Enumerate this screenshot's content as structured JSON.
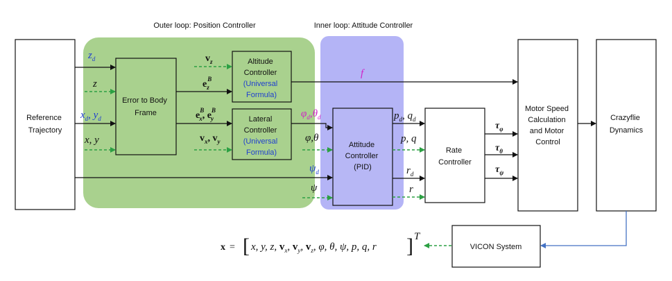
{
  "regions": {
    "outer_title": "Outer loop: Position Controller",
    "inner_title": "Inner loop: Attitude Controller"
  },
  "blocks": {
    "reference": [
      "Reference",
      "Trajectory"
    ],
    "error_to_body": [
      "Error to Body",
      "Frame"
    ],
    "altitude": [
      "Altitude",
      "Controller",
      "(Universal",
      "Formula)"
    ],
    "lateral": [
      "Lateral",
      "Controller",
      "(Universal",
      "Formula)"
    ],
    "attitude": [
      "Attitude",
      "Controller",
      "(PID)"
    ],
    "rate": [
      "Rate",
      "Controller"
    ],
    "motor": [
      "Motor Speed",
      "Calculation",
      "and Motor",
      "Control"
    ],
    "crazyflie": [
      "Crazyflie",
      "Dynamics"
    ],
    "vicon": "VICON System"
  },
  "signals": {
    "z_d": {
      "base": "z",
      "sub": "d"
    },
    "z": "z",
    "xd_yd": {
      "a": "x",
      "a_sub": "d",
      "b": "y",
      "b_sub": "d"
    },
    "x_y": "x, y",
    "v_z": {
      "base": "v",
      "sub": "z"
    },
    "e_z": {
      "base": "e",
      "sub": "z",
      "sup": "B"
    },
    "e_xy": {
      "a": "e",
      "a_sub": "x",
      "a_sup": "B",
      "b": "e",
      "b_sub": "y",
      "b_sup": "B"
    },
    "v_xy": {
      "a": "v",
      "a_sub": "x",
      "b": "v",
      "b_sub": "y"
    },
    "f": "f",
    "phid_thetad": {
      "a": "φ",
      "a_sub": "d",
      "b": "θ",
      "b_sub": "d"
    },
    "phi_theta": "φ,θ",
    "psi_d": {
      "base": "ψ",
      "sub": "d"
    },
    "psi": "ψ",
    "pd_qd": {
      "a": "p",
      "a_sub": "d",
      "b": "q",
      "b_sub": "d"
    },
    "p_q": "p, q",
    "r_d": {
      "base": "r",
      "sub": "d"
    },
    "r": "r",
    "tau_phi": {
      "base": "τ",
      "sub": "φ"
    },
    "tau_theta": {
      "base": "τ",
      "sub": "θ"
    },
    "tau_psi": {
      "base": "τ",
      "sub": "ψ"
    }
  },
  "state_equation": {
    "lhs": "x",
    "equals": "=",
    "open": "[",
    "terms": [
      "x, y, z, ",
      "v",
      "x",
      ", ",
      "v",
      "y",
      ", ",
      "v",
      "z",
      ", φ, θ, ψ, p, q, r"
    ],
    "close": "]",
    "sup": "T"
  },
  "colors": {
    "outer_fill": "#a9d18e",
    "inner_fill": "#b4b4f6",
    "attitude_fill": "#b7b7f5",
    "block_fill": "#a9d18e",
    "blue_text": "#1f3fcf",
    "magenta_text": "#d01fc6",
    "dashed_arrow": "#2ca043",
    "vicon_line": "#4472c4"
  }
}
